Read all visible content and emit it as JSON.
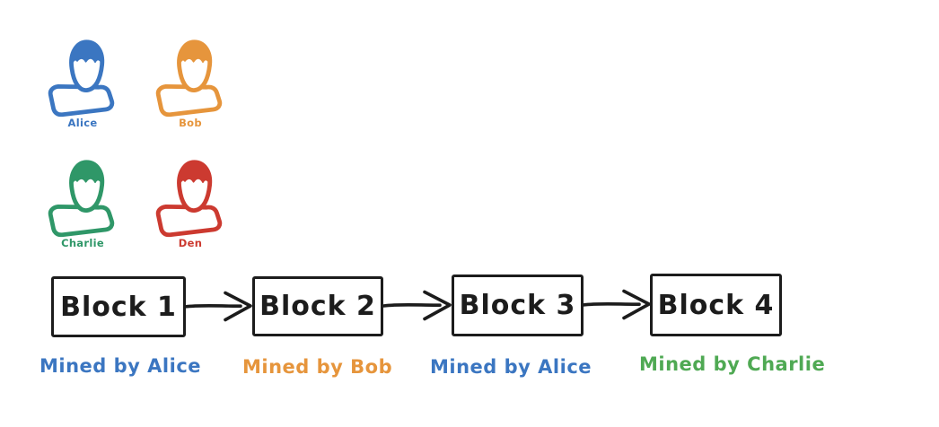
{
  "diagram": {
    "background": "#ffffff",
    "ink_color": "#1c1c1c"
  },
  "miners": [
    {
      "name": "Alice",
      "color": "#3b76c1"
    },
    {
      "name": "Bob",
      "color": "#e6953c"
    },
    {
      "name": "Charlie",
      "color": "#2f9768"
    },
    {
      "name": "Den",
      "color": "#cc3a30"
    }
  ],
  "chain": {
    "blocks": [
      {
        "label": "Block 1",
        "mined_by": "Mined by Alice",
        "mined_by_color": "#3b76c1"
      },
      {
        "label": "Block 2",
        "mined_by": "Mined by Bob",
        "mined_by_color": "#e6953c"
      },
      {
        "label": "Block 3",
        "mined_by": "Mined by Alice",
        "mined_by_color": "#3b76c1"
      },
      {
        "label": "Block 4",
        "mined_by": "Mined by Charlie",
        "mined_by_color": "#4fa953"
      }
    ]
  }
}
